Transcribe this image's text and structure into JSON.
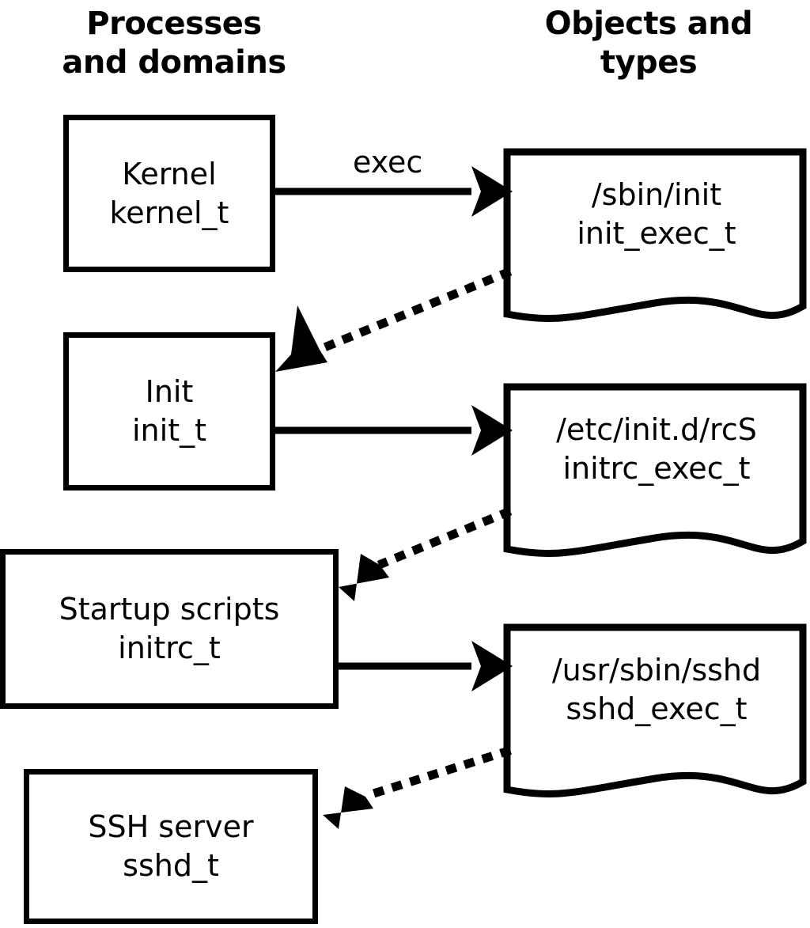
{
  "headers": {
    "left": "Processes\nand domains",
    "right": "Objects and\ntypes"
  },
  "colors": {
    "stroke": "#000000",
    "fill": "#ffffff",
    "text": "#000000"
  },
  "processes": [
    {
      "id": "kernel",
      "title": "Kernel",
      "type": "kernel_t"
    },
    {
      "id": "init",
      "title": "Init",
      "type": "init_t"
    },
    {
      "id": "initrc",
      "title": "Startup scripts",
      "type": "initrc_t"
    },
    {
      "id": "sshd",
      "title": "SSH server",
      "type": "sshd_t"
    }
  ],
  "objects": [
    {
      "id": "init-exec",
      "path": "/sbin/init",
      "type": "init_exec_t"
    },
    {
      "id": "initrc-exec",
      "path": "/etc/init.d/rcS",
      "type": "initrc_exec_t"
    },
    {
      "id": "sshd-exec",
      "path": "/usr/sbin/sshd",
      "type": "sshd_exec_t"
    }
  ],
  "edges": [
    {
      "id": "kernel-exec-init",
      "label": "exec",
      "style": "solid",
      "from": "kernel",
      "to": "init-exec"
    },
    {
      "id": "initexec-transition",
      "label": "",
      "style": "dotted",
      "from": "init-exec",
      "to": "init"
    },
    {
      "id": "init-exec-initrc",
      "label": "",
      "style": "solid",
      "from": "init",
      "to": "initrc-exec"
    },
    {
      "id": "initrcexec-transition",
      "label": "",
      "style": "dotted",
      "from": "initrc-exec",
      "to": "initrc"
    },
    {
      "id": "initrc-exec-sshd",
      "label": "",
      "style": "solid",
      "from": "initrc",
      "to": "sshd-exec"
    },
    {
      "id": "sshdexec-transition",
      "label": "",
      "style": "dotted",
      "from": "sshd-exec",
      "to": "sshd"
    }
  ]
}
